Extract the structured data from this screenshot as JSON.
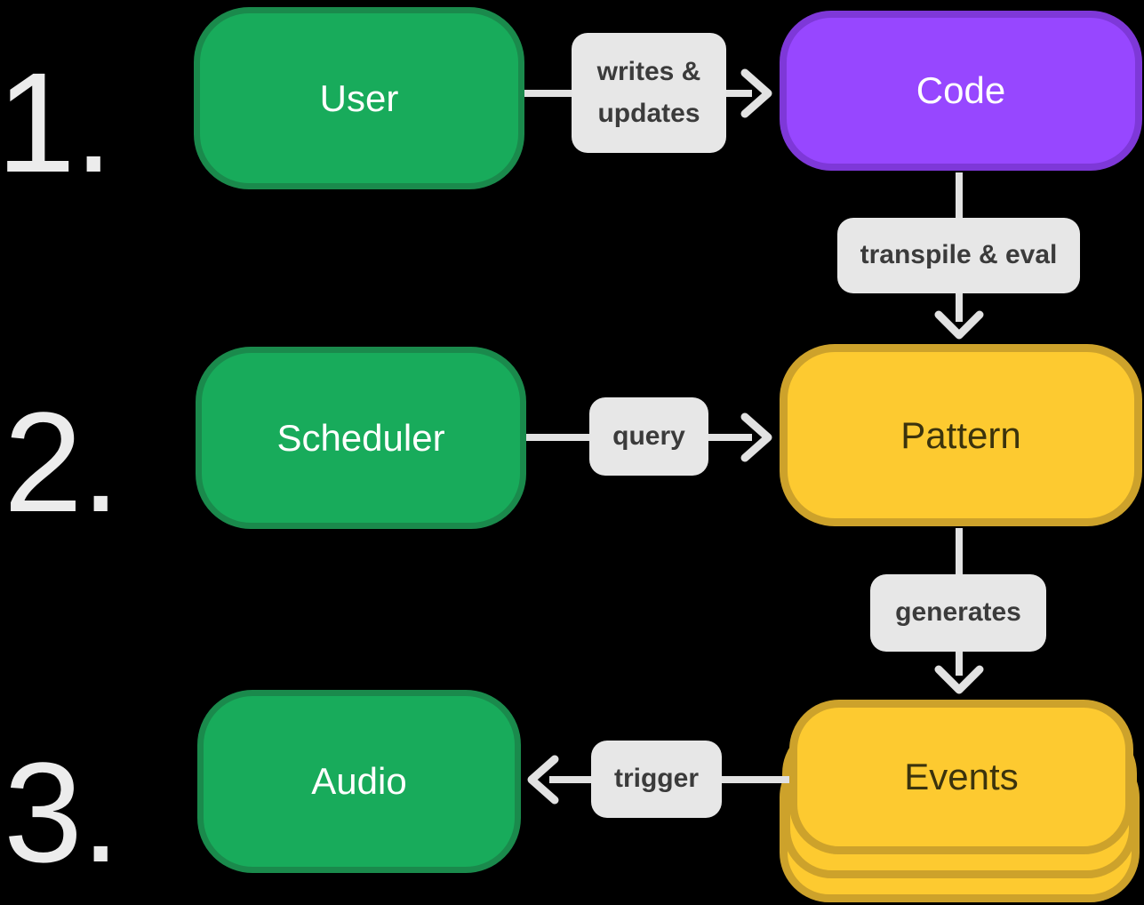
{
  "colors": {
    "background": "#000000",
    "green_fill": "#18ab5b",
    "green_border": "#1a8a4c",
    "purple_fill": "#9747ff",
    "purple_border": "#7e38d8",
    "yellow_fill": "#fdca30",
    "yellow_border": "#cda22b",
    "label_bg": "#e7e7e7",
    "label_text": "#3b3b3b",
    "arrow": "#e2e2e2",
    "number_text": "#ececec",
    "node_text_light": "#ffffff",
    "node_text_dark": "#3b330d"
  },
  "steps": {
    "one": "1.",
    "two": "2.",
    "three": "3."
  },
  "nodes": {
    "user": {
      "label": "User"
    },
    "code": {
      "label": "Code"
    },
    "scheduler": {
      "label": "Scheduler"
    },
    "pattern": {
      "label": "Pattern"
    },
    "audio": {
      "label": "Audio"
    },
    "events": {
      "label": "Events"
    }
  },
  "edges": {
    "user_code": {
      "label_line1": "writes &",
      "label_line2": "updates"
    },
    "code_pattern": {
      "label": "transpile & eval"
    },
    "scheduler_pattern": {
      "label": "query"
    },
    "pattern_events": {
      "label": "generates"
    },
    "events_audio": {
      "label": "trigger"
    }
  }
}
